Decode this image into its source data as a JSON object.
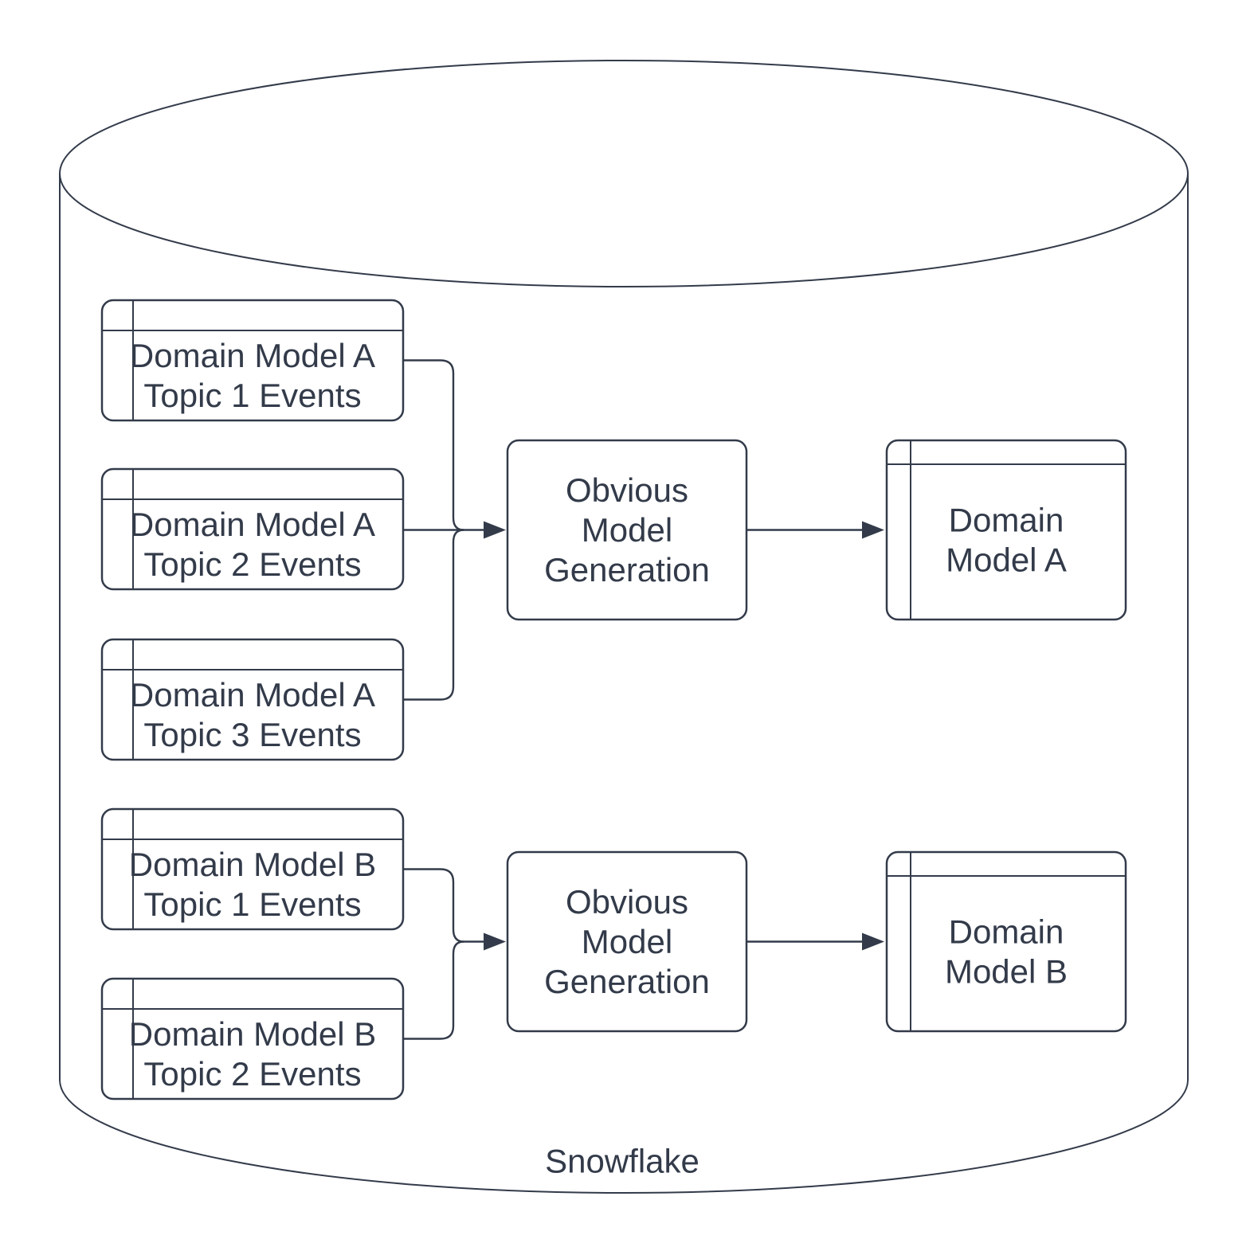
{
  "colors": {
    "stroke": "#333b4a",
    "text": "#333b4a",
    "background": "#ffffff"
  },
  "container": {
    "label": "Snowflake"
  },
  "nodes": {
    "source_a_topic1": {
      "line1": "Domain Model A",
      "line2": "Topic 1 Events"
    },
    "source_a_topic2": {
      "line1": "Domain Model A",
      "line2": "Topic 2 Events"
    },
    "source_a_topic3": {
      "line1": "Domain Model A",
      "line2": "Topic 3 Events"
    },
    "source_b_topic1": {
      "line1": "Domain Model B",
      "line2": "Topic 1 Events"
    },
    "source_b_topic2": {
      "line1": "Domain Model B",
      "line2": "Topic 2 Events"
    },
    "process_a": {
      "line1": "Obvious",
      "line2": "Model",
      "line3": "Generation"
    },
    "process_b": {
      "line1": "Obvious",
      "line2": "Model",
      "line3": "Generation"
    },
    "output_a": {
      "line1": "Domain",
      "line2": "Model A"
    },
    "output_b": {
      "line1": "Domain",
      "line2": "Model B"
    }
  }
}
